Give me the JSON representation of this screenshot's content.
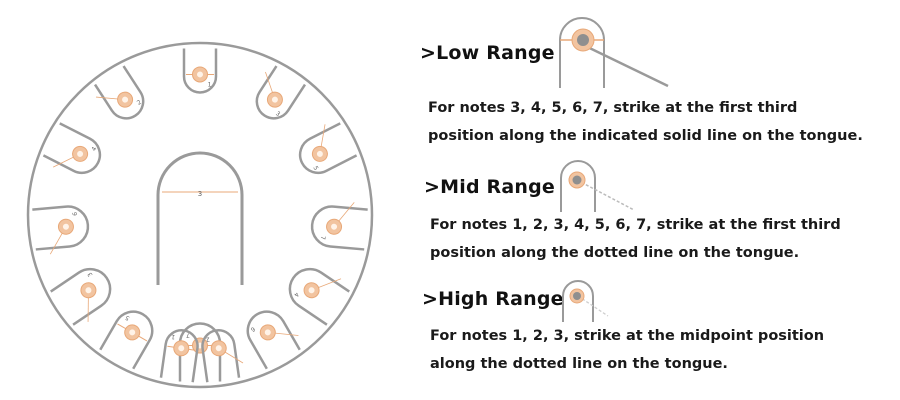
{
  "colors": {
    "outline": "#9a9a9a",
    "dot_fill": "#f2c4a0",
    "dot_stroke": "#e8a878",
    "solid_line": "#e8a878",
    "dotted_line": "#cfcfcf",
    "hub": "#8f8f8f"
  },
  "drum": {
    "tongue_labels": [
      "1",
      "2",
      "3",
      "4",
      "5",
      "6",
      "7",
      "3",
      "4",
      "5",
      "6",
      "7",
      "1",
      "2"
    ]
  },
  "sections": [
    {
      "title": ">Low Range",
      "line1": "For notes 3, 4, 5, 6, 7, strike at the first third",
      "line2": "position along the indicated solid line on the tongue."
    },
    {
      "title": ">Mid Range",
      "line1": "For notes 1, 2, 3, 4, 5, 6, 7, strike at the first third",
      "line2": "position along the dotted line on the tongue."
    },
    {
      "title": ">High Range",
      "line1": "For notes 1, 2, 3, strike at the midpoint position",
      "line2": "along the dotted line on the tongue."
    }
  ]
}
